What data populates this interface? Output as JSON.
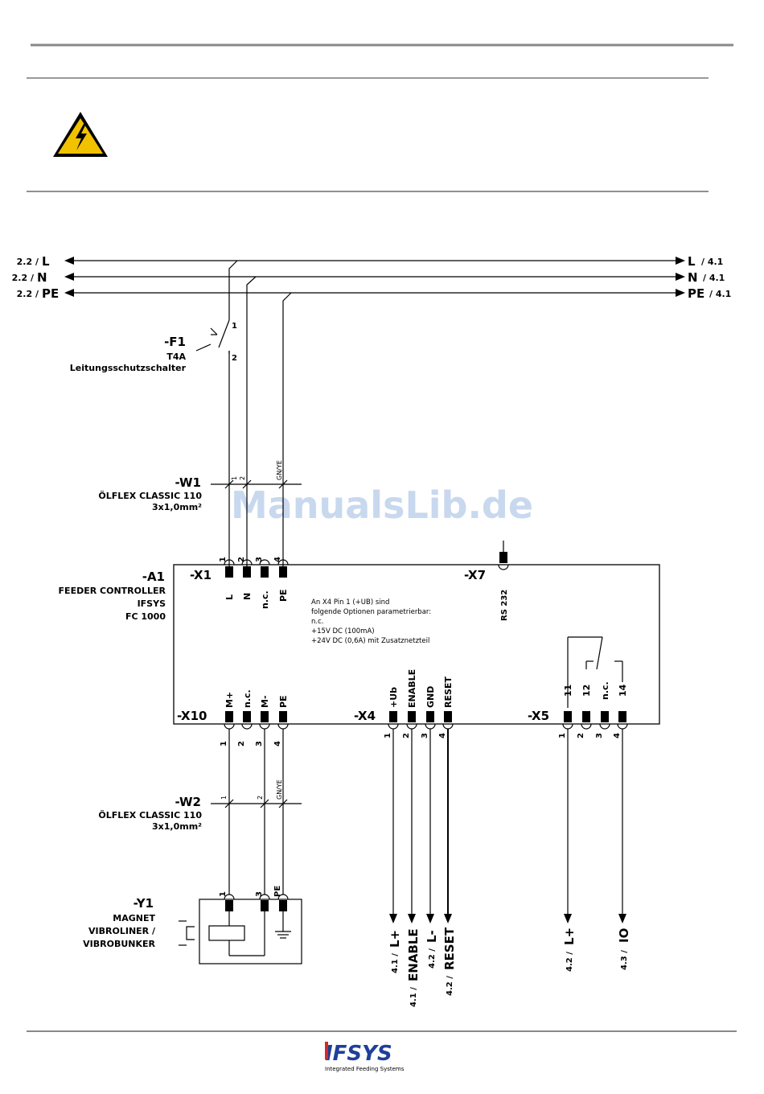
{
  "bus": {
    "left": [
      {
        "ref": "2.2 /",
        "name": "L"
      },
      {
        "ref": "2.2 /",
        "name": "N"
      },
      {
        "ref": "2.2 /",
        "name": "PE"
      }
    ],
    "right": [
      {
        "name": "L",
        "ref": "/ 4.1"
      },
      {
        "name": "N",
        "ref": "/ 4.1"
      },
      {
        "name": "PE",
        "ref": "/ 4.1"
      }
    ]
  },
  "f1": {
    "tag": "-F1",
    "rating": "T4A",
    "desc": "Leitungsschutzschalter",
    "pin_top": "1",
    "pin_bottom": "2"
  },
  "w1": {
    "tag": "-W1",
    "cable": "ÖLFLEX CLASSIC 110",
    "section": "3x1,0mm²",
    "cores": [
      "1",
      "2",
      "GN/YE"
    ]
  },
  "a1": {
    "tag": "-A1",
    "lines": [
      "FEEDER CONTROLLER",
      "IFSYS",
      "FC 1000"
    ],
    "note": [
      "An X4 Pin 1 (+UB) sind",
      "folgende Optionen parametrierbar:",
      "n.c.",
      "+15V DC (100mA)",
      "+24V DC (0,6A) mit Zusatznetzteil"
    ]
  },
  "x1": {
    "tag": "-X1",
    "pins": [
      "1",
      "2",
      "3",
      "4"
    ],
    "signals": [
      "L",
      "N",
      "n.c.",
      "PE"
    ]
  },
  "x7": {
    "tag": "-X7",
    "signal": "RS 232"
  },
  "x10": {
    "tag": "-X10",
    "pins": [
      "1",
      "2",
      "3",
      "4"
    ],
    "signals": [
      "M+",
      "n.c.",
      "M-",
      "PE"
    ]
  },
  "x4": {
    "tag": "-X4",
    "pins": [
      "1",
      "2",
      "3",
      "4"
    ],
    "signals": [
      "+Ub",
      "ENABLE",
      "GND",
      "RESET"
    ]
  },
  "x5": {
    "tag": "-X5",
    "pins": [
      "1",
      "2",
      "3",
      "4"
    ],
    "signals": [
      "11",
      "12",
      "n.c.",
      "14"
    ]
  },
  "w2": {
    "tag": "-W2",
    "cable": "ÖLFLEX CLASSIC 110",
    "section": "3x1,0mm²",
    "cores": [
      "1",
      "2",
      "GN/YE"
    ]
  },
  "y1": {
    "tag": "-Y1",
    "lines": [
      "MAGNET",
      "VIBROLINER /",
      "VIBROBUNKER"
    ],
    "pins": [
      "1",
      "3",
      "PE"
    ]
  },
  "outputs": {
    "x4": [
      {
        "ref": "4.1 /",
        "name": "L+"
      },
      {
        "ref": "4.1 /",
        "name": "ENABLE"
      },
      {
        "ref": "4.2 /",
        "name": "L-"
      },
      {
        "ref": "4.2 /",
        "name": "RESET"
      }
    ],
    "x5": [
      {
        "ref": "4.2 /",
        "name": "L+"
      },
      {
        "ref": "4.3 /",
        "name": "IO"
      }
    ]
  },
  "watermark": "ManualsLib.de",
  "footer": {
    "logo": "IFSYS",
    "tagline": "Integrated Feeding Systems"
  },
  "colors": {
    "warning_yellow": "#f2c200",
    "logo_red": "#d42a2a",
    "logo_blue": "#1f3f9a",
    "watermark": "#c8d8ee"
  }
}
